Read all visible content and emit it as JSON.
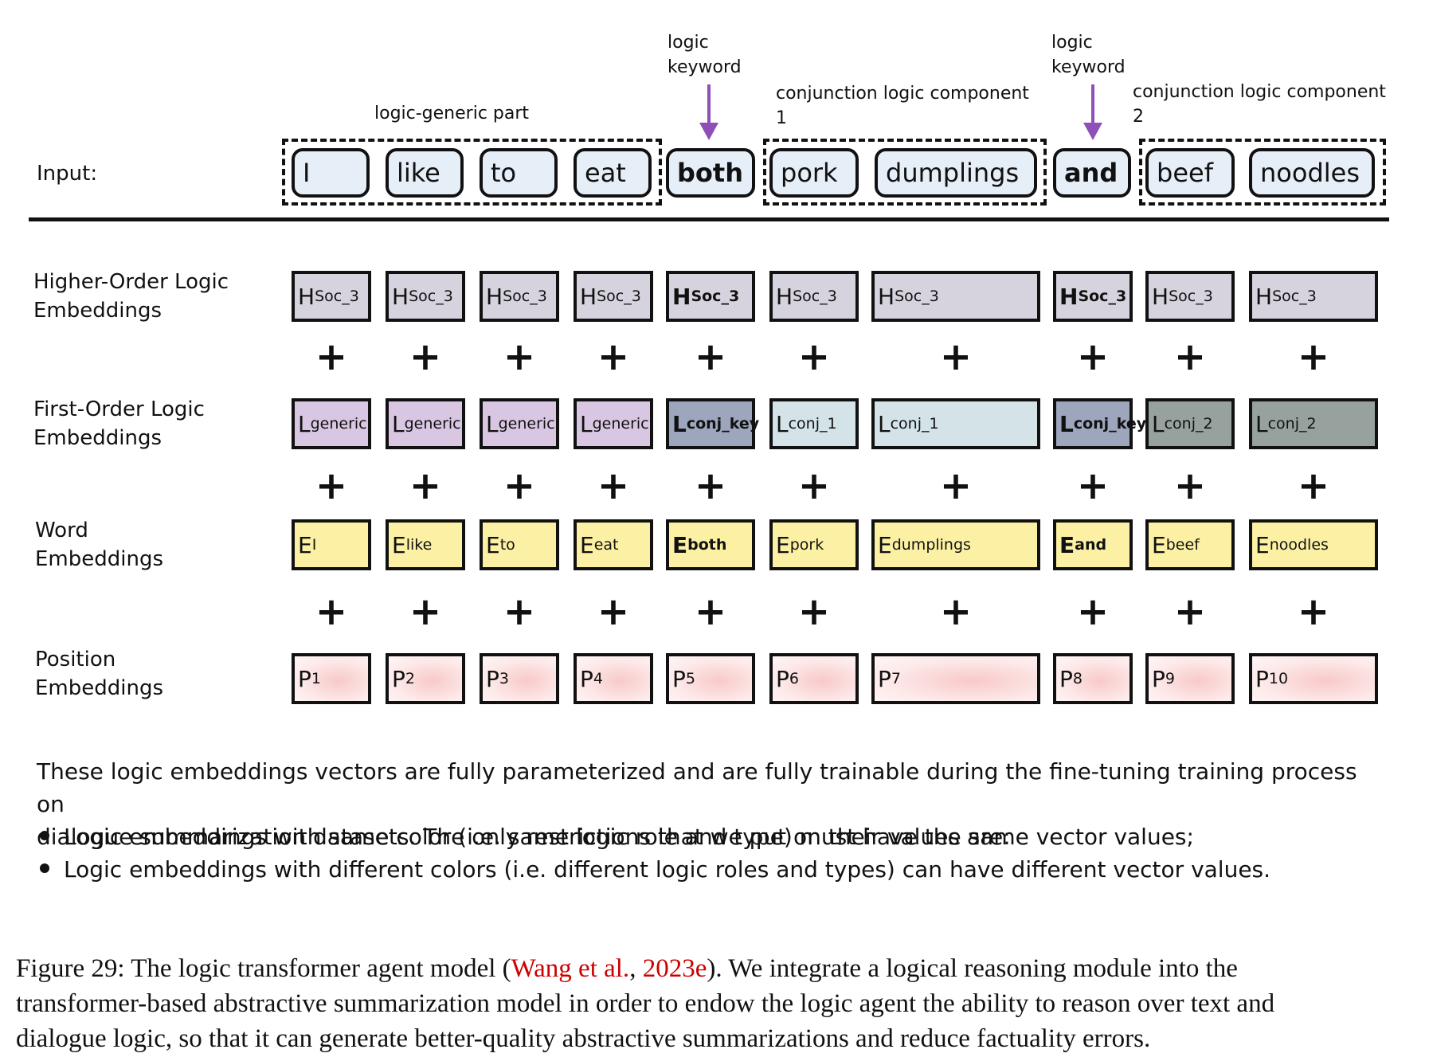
{
  "input_label": "Input:",
  "annotations": {
    "generic_part": "logic-generic part",
    "keyword": "logic keyword",
    "conj1_line1": "conjunction logic component",
    "conj1_line2": "1",
    "conj2_line1": "conjunction logic component",
    "conj2_line2": "2"
  },
  "tokens": [
    "I",
    "like",
    "to",
    "eat",
    "both",
    "pork",
    "dumplings",
    "and",
    "beef",
    "noodles"
  ],
  "row_labels": {
    "higher": [
      "Higher-Order Logic",
      "Embeddings"
    ],
    "first": [
      "First-Order Logic",
      "Embeddings"
    ],
    "word": [
      "Word",
      "Embeddings"
    ],
    "position": [
      "Position",
      "Embeddings"
    ]
  },
  "higher_order": [
    {
      "base": "H",
      "sub": "Soc_3"
    },
    {
      "base": "H",
      "sub": "Soc_3"
    },
    {
      "base": "H",
      "sub": "Soc_3"
    },
    {
      "base": "H",
      "sub": "Soc_3"
    },
    {
      "base": "H",
      "sub": "Soc_3"
    },
    {
      "base": "H",
      "sub": "Soc_3"
    },
    {
      "base": "H",
      "sub": "Soc_3"
    },
    {
      "base": "H",
      "sub": "Soc_3"
    },
    {
      "base": "H",
      "sub": "Soc_3"
    },
    {
      "base": "H",
      "sub": "Soc_3"
    }
  ],
  "first_order": [
    {
      "base": "L",
      "sub": "generic"
    },
    {
      "base": "L",
      "sub": "generic"
    },
    {
      "base": "L",
      "sub": "generic"
    },
    {
      "base": "L",
      "sub": "generic"
    },
    {
      "base": "L",
      "sub": "conj_key"
    },
    {
      "base": "L",
      "sub": "conj_1"
    },
    {
      "base": "L",
      "sub": "conj_1"
    },
    {
      "base": "L",
      "sub": "conj_key"
    },
    {
      "base": "L",
      "sub": "conj_2"
    },
    {
      "base": "L",
      "sub": "conj_2"
    }
  ],
  "word": [
    {
      "base": "E",
      "sub": "I"
    },
    {
      "base": "E",
      "sub": "like"
    },
    {
      "base": "E",
      "sub": "to"
    },
    {
      "base": "E",
      "sub": "eat"
    },
    {
      "base": "E",
      "sub": "both"
    },
    {
      "base": "E",
      "sub": "pork"
    },
    {
      "base": "E",
      "sub": "dumplings"
    },
    {
      "base": "E",
      "sub": "and"
    },
    {
      "base": "E",
      "sub": "beef"
    },
    {
      "base": "E",
      "sub": "noodles"
    }
  ],
  "position": [
    {
      "base": "P",
      "sub": "1"
    },
    {
      "base": "P",
      "sub": "2"
    },
    {
      "base": "P",
      "sub": "3"
    },
    {
      "base": "P",
      "sub": "4"
    },
    {
      "base": "P",
      "sub": "5"
    },
    {
      "base": "P",
      "sub": "6"
    },
    {
      "base": "P",
      "sub": "7"
    },
    {
      "base": "P",
      "sub": "8"
    },
    {
      "base": "P",
      "sub": "9"
    },
    {
      "base": "P",
      "sub": "10"
    }
  ],
  "plus_symbol": "+",
  "colors": {
    "token_fill": "#e6eef8",
    "higher_fill": "#d6d3de",
    "generic": "#d9c6e2",
    "conj_key": "#9ea6bd",
    "conj_1": "#d3e3e8",
    "conj_2": "#97a29f",
    "word_fill": "#fbf0a3",
    "position_fill": "#f8c9c9",
    "arrow": "#8f4fb8",
    "citation": "#cc0000"
  },
  "note": {
    "line1": "These logic embeddings vectors are fully parameterized and are fully trainable during the fine-tuning training process on",
    "line2": "dialogue summarization datasets. The only restrictions that we put on their values are:",
    "bullet1": "Logic embeddings with same color (i.e. same logic role and type) must have the same vector values;",
    "bullet2": "Logic embeddings with different colors (i.e. different logic roles and types) can have different vector values."
  },
  "caption": {
    "prefix": "Figure 29: The logic transformer agent model  (",
    "cite_author": "Wang et al.",
    "cite_sep": ", ",
    "cite_year": "2023e",
    "rest_line1": "). We integrate a logical reasoning module into the",
    "line2": "transformer-based abstractive summarization model in order to endow the logic agent the ability to reason over text and",
    "line3": "dialogue logic, so that it can generate better-quality abstractive summarizations and reduce factuality errors."
  }
}
